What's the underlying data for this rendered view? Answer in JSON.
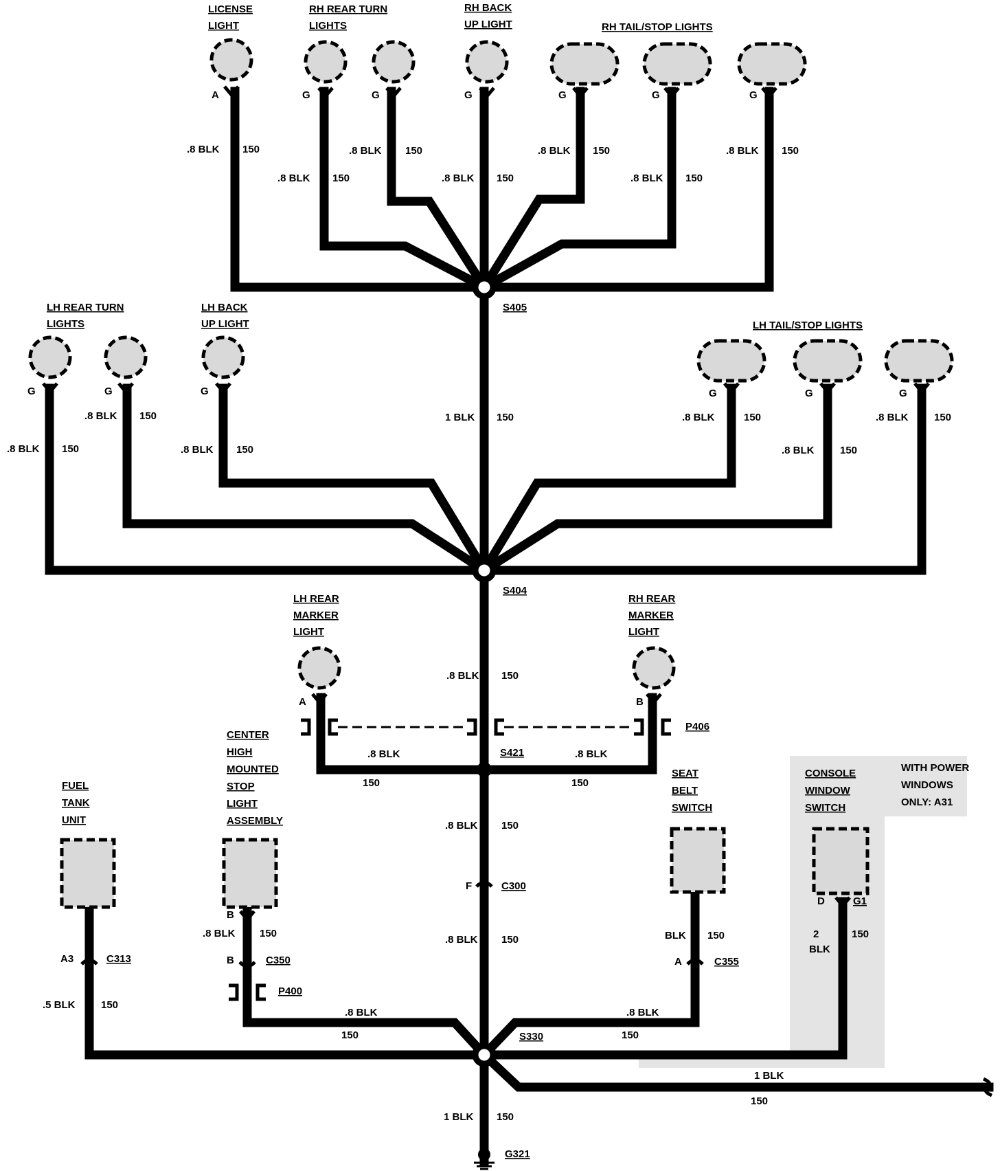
{
  "components": {
    "license_light": [
      "LICENSE",
      "LIGHT"
    ],
    "rh_rear_turn": [
      "RH REAR TURN",
      "LIGHTS"
    ],
    "rh_back_up": [
      "RH BACK",
      "UP LIGHT"
    ],
    "rh_tail_stop": [
      "RH TAIL/STOP LIGHTS"
    ],
    "lh_rear_turn": [
      "LH REAR TURN",
      "LIGHTS"
    ],
    "lh_back_up": [
      "LH BACK",
      "UP LIGHT"
    ],
    "lh_tail_stop": [
      "LH TAIL/STOP LIGHTS"
    ],
    "lh_rear_marker": [
      "LH REAR",
      "MARKER",
      "LIGHT"
    ],
    "rh_rear_marker": [
      "RH REAR",
      "MARKER",
      "LIGHT"
    ],
    "chmsl": [
      "CENTER",
      "HIGH",
      "MOUNTED",
      "STOP",
      "LIGHT",
      "ASSEMBLY"
    ],
    "fuel_tank": [
      "FUEL",
      "TANK",
      "UNIT"
    ],
    "seat_belt": [
      "SEAT",
      "BELT",
      "SWITCH"
    ],
    "console_window": [
      "CONSOLE",
      "WINDOW",
      "SWITCH"
    ],
    "power_windows_note": [
      "WITH POWER",
      "WINDOWS",
      "ONLY: A31"
    ]
  },
  "pins": {
    "A": "A",
    "G": "G",
    "B": "B",
    "F": "F",
    "D": "D",
    "A3": "A3",
    "G1": "G1"
  },
  "wires": {
    "blk_08": ".8 BLK",
    "blk_1": "1 BLK",
    "blk_05": ".5 BLK",
    "blk": "BLK",
    "blk_2": "2",
    "blk_2b": "BLK",
    "circuit": "150"
  },
  "ids": {
    "s405": "S405",
    "s404": "S404",
    "s421": "S421",
    "s330": "S330",
    "p406": "P406",
    "p400": "P400",
    "c300": "C300",
    "c313": "C313",
    "c350": "C350",
    "c355": "C355",
    "g321": "G321"
  }
}
